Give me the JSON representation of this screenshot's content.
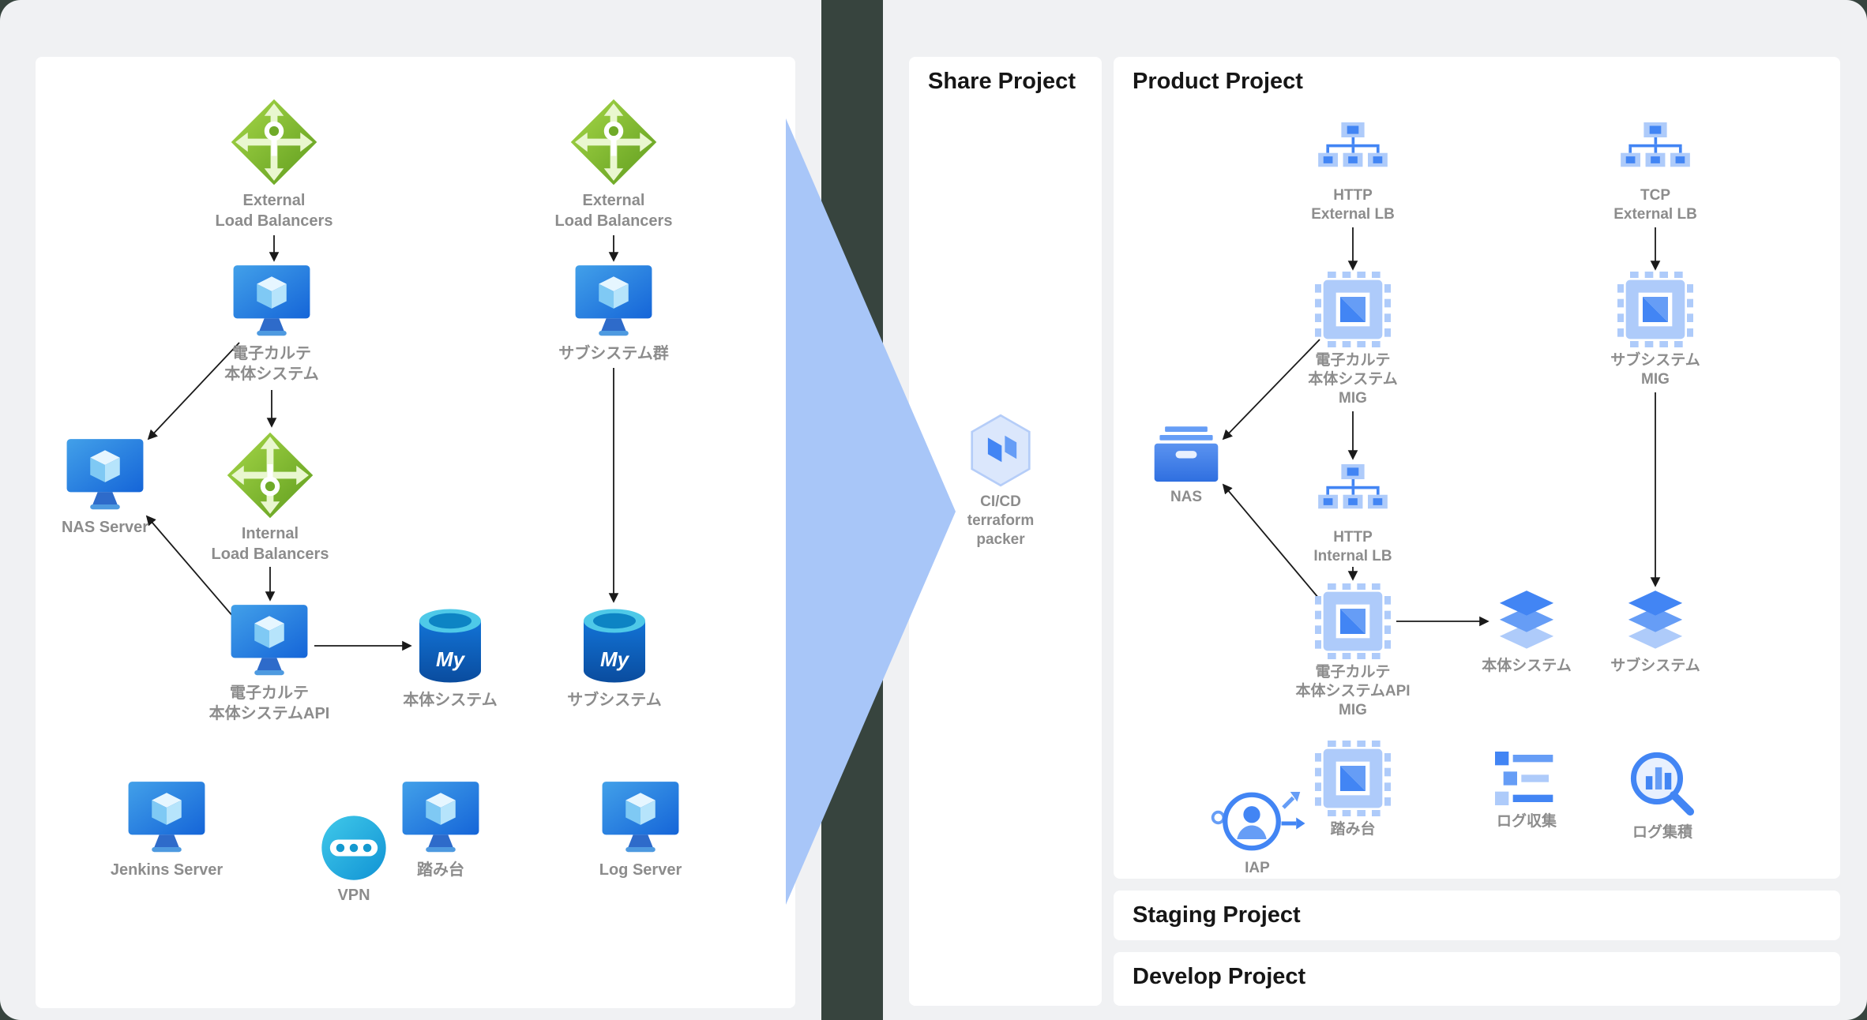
{
  "colors": {
    "background": "#37443e",
    "panel_gray": "#f0f1f3",
    "arrow_blue": "#a8c6f8",
    "gcp_blue": "#4285f4",
    "gcp_blue_mid": "#669df6",
    "gcp_blue_light": "#aecbfa",
    "azure_green": "#76b82a",
    "azure_blue": "#1565d8",
    "label_gray": "#8c8c8c",
    "connector_black": "#1a1a1a"
  },
  "panels": {
    "share": {
      "title": "Share Project"
    },
    "product": {
      "title": "Product Project"
    },
    "staging": {
      "title": "Staging Project"
    },
    "develop": {
      "title": "Develop Project"
    }
  },
  "shared": {
    "mysql_label": "My"
  },
  "left": {
    "nodes": [
      {
        "label": "External\nLoad Balancers"
      },
      {
        "label": "External\nLoad Balancers"
      },
      {
        "label": "電子カルテ\n本体システム"
      },
      {
        "label": "サブシステム群"
      },
      {
        "label": "NAS Server"
      },
      {
        "label": "Internal\nLoad Balancers"
      },
      {
        "label": "電子カルテ\n本体システムAPI"
      },
      {
        "label": "本体システム"
      },
      {
        "label": "サブシステム"
      },
      {
        "label": "Jenkins Server"
      },
      {
        "label": "VPN"
      },
      {
        "label": "踏み台"
      },
      {
        "label": "Log Server"
      }
    ]
  },
  "right": {
    "share_node": {
      "label": "CI/CD\nterraform\npacker"
    },
    "nodes": [
      {
        "label": "HTTP\nExternal LB"
      },
      {
        "label": "TCP\nExternal LB"
      },
      {
        "label": "電子カルテ\n本体システム\nMIG"
      },
      {
        "label": "サブシステム\nMIG"
      },
      {
        "label": "NAS"
      },
      {
        "label": "HTTP\nInternal LB"
      },
      {
        "label": "電子カルテ\n本体システムAPI\nMIG"
      },
      {
        "label": "本体システム"
      },
      {
        "label": "サブシステム"
      },
      {
        "label": "IAP"
      },
      {
        "label": "踏み台"
      },
      {
        "label": "ログ収集"
      },
      {
        "label": "ログ集積"
      }
    ]
  }
}
